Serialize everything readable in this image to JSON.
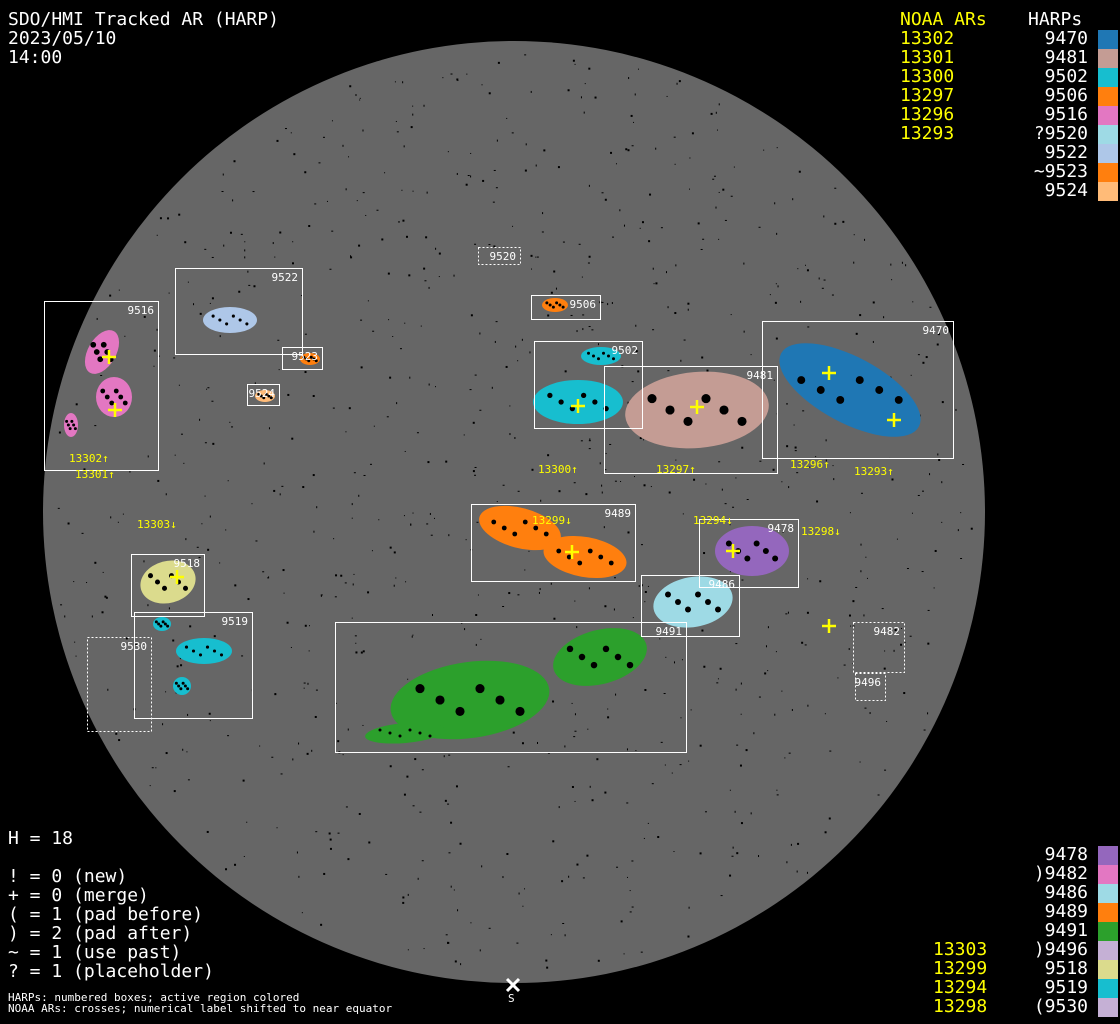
{
  "header": {
    "title": "SDO/HMI Tracked AR (HARP)",
    "date": "2023/05/10",
    "time": "14:00"
  },
  "legend_top": {
    "noaa_header": "NOAA ARs",
    "harp_header": "HARPs",
    "rows": [
      {
        "noaa": "13302",
        "harp": "9470",
        "color": "#1f77b4"
      },
      {
        "noaa": "13301",
        "harp": "9481",
        "color": "#c49c94"
      },
      {
        "noaa": "13300",
        "harp": "9502",
        "color": "#17becf"
      },
      {
        "noaa": "13297",
        "harp": "9506",
        "color": "#ff7f0e"
      },
      {
        "noaa": "13296",
        "harp": "9516",
        "color": "#e377c2"
      },
      {
        "noaa": "13293",
        "harp": "?9520",
        "color": "#9edae5"
      },
      {
        "noaa": "",
        "harp": "9522",
        "color": "#aec7e8"
      },
      {
        "noaa": "",
        "harp": "~9523",
        "color": "#ff7f0e"
      },
      {
        "noaa": "",
        "harp": "9524",
        "color": "#ffbb78"
      }
    ]
  },
  "legend_bottom": {
    "rows": [
      {
        "noaa": "",
        "harp": "9478",
        "color": "#9467bd"
      },
      {
        "noaa": "",
        "harp": ")9482",
        "color": "#e377c2"
      },
      {
        "noaa": "",
        "harp": "9486",
        "color": "#9edae5"
      },
      {
        "noaa": "",
        "harp": "9489",
        "color": "#ff7f0e"
      },
      {
        "noaa": "",
        "harp": "9491",
        "color": "#2ca02c"
      },
      {
        "noaa": "13303",
        "harp": ")9496",
        "color": "#c5b0d5"
      },
      {
        "noaa": "13299",
        "harp": "9518",
        "color": "#dbdb8d"
      },
      {
        "noaa": "13294",
        "harp": "9519",
        "color": "#17becf"
      },
      {
        "noaa": "13298",
        "harp": "(9530",
        "color": "#c5b0d5"
      }
    ]
  },
  "stats": {
    "h": "H = 18",
    "lines": [
      "! = 0 (new)",
      "+ = 0 (merge)",
      "( = 1 (pad before)",
      ") = 2 (pad after)",
      "~ = 1 (use past)",
      "? = 1 (placeholder)"
    ]
  },
  "footnotes": [
    "HARPs: numbered boxes; active region colored",
    "NOAA ARs: crosses; numerical label shifted to near equator"
  ],
  "south_label": "S",
  "harp_labels": {
    "9520": "9520",
    "9506": "9506",
    "9522": "9522",
    "9516": "9516",
    "9523": "9523",
    "9524": "9524",
    "9502": "9502",
    "9481": "9481",
    "9470": "9470",
    "9489": "9489",
    "9478": "9478",
    "9518": "9518",
    "9486": "9486",
    "9519": "9519",
    "9530": "9530",
    "9491": "9491",
    "9482": "9482",
    "9496": "9496"
  },
  "noaa_labels": {
    "13302": "13302↑",
    "13301": "13301↑",
    "13300": "13300↑",
    "13297": "13297↑",
    "13296": "13296↑",
    "13293": "13293↑",
    "13303": "13303↓",
    "13299": "13299↓",
    "13294": "13294↓",
    "13298": "13298↓"
  },
  "colors": {
    "disk": "#666666",
    "cross": "#ffff00",
    "box": "#ffffff"
  }
}
